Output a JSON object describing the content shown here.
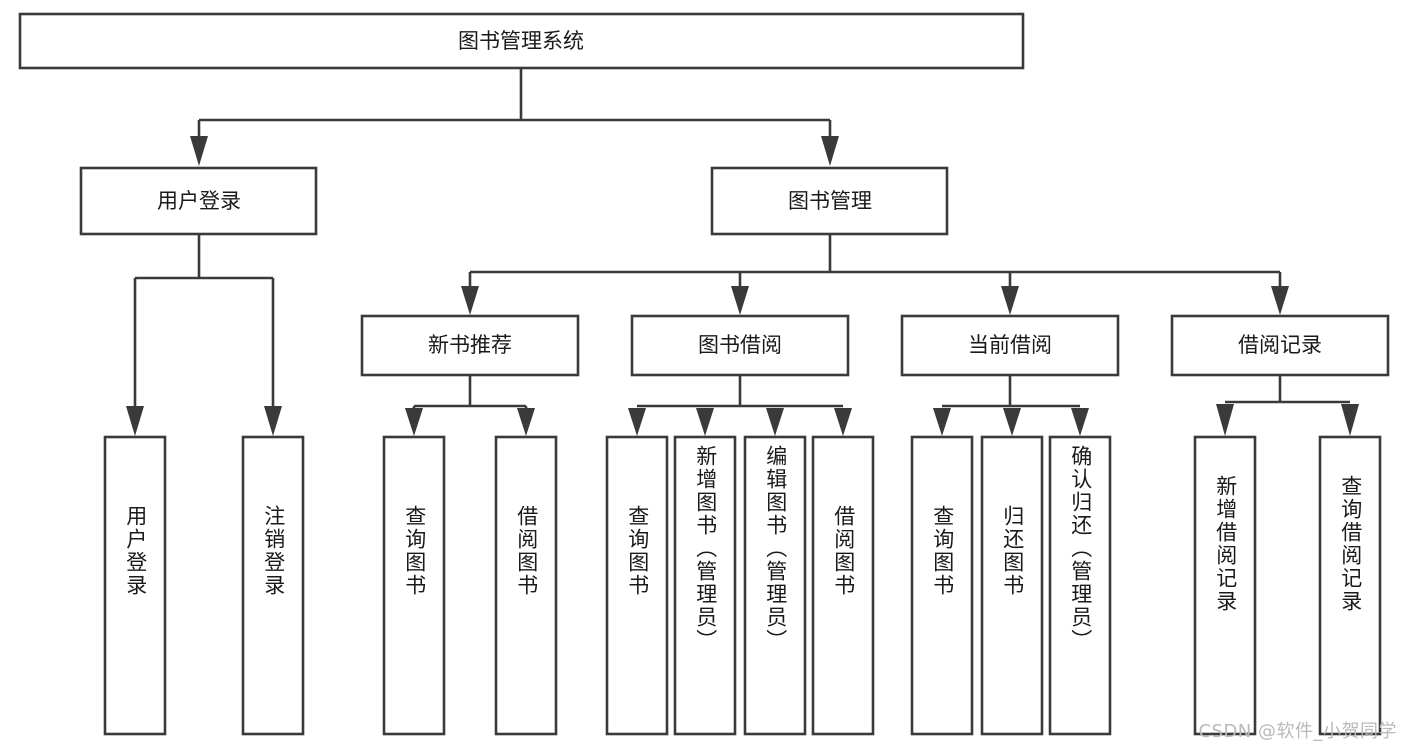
{
  "diagram": {
    "title": "图书管理系统",
    "type": "tree",
    "orientation": "top-down",
    "colors": {
      "box_stroke": "#3a3a3a",
      "box_fill": "#ffffff",
      "connector": "#3a3a3a",
      "text": "#1a1a1a",
      "watermark": "#b9b9b9",
      "background": "#ffffff"
    },
    "root": {
      "label": "图书管理系统"
    },
    "level2": [
      {
        "label": "用户登录"
      },
      {
        "label": "图书管理"
      }
    ],
    "level3": [
      {
        "label": "新书推荐"
      },
      {
        "label": "图书借阅"
      },
      {
        "label": "当前借阅"
      },
      {
        "label": "借阅记录"
      }
    ],
    "leaves": {
      "user_login": [
        {
          "label": "用户登录"
        },
        {
          "label": "注销登录"
        }
      ],
      "new_book_recommend": [
        {
          "label": "查询图书"
        },
        {
          "label": "借阅图书"
        }
      ],
      "book_borrow": [
        {
          "label": "查询图书"
        },
        {
          "label": "新增图书（管理员）"
        },
        {
          "label": "编辑图书（管理员）"
        },
        {
          "label": "借阅图书"
        }
      ],
      "current_borrow": [
        {
          "label": "查询图书"
        },
        {
          "label": "归还图书"
        },
        {
          "label": "确认归还（管理员）"
        }
      ],
      "borrow_record": [
        {
          "label": "新增借阅记录"
        },
        {
          "label": "查询借阅记录"
        }
      ]
    }
  },
  "watermark": {
    "text": "CSDN @软件_小贺同学"
  }
}
